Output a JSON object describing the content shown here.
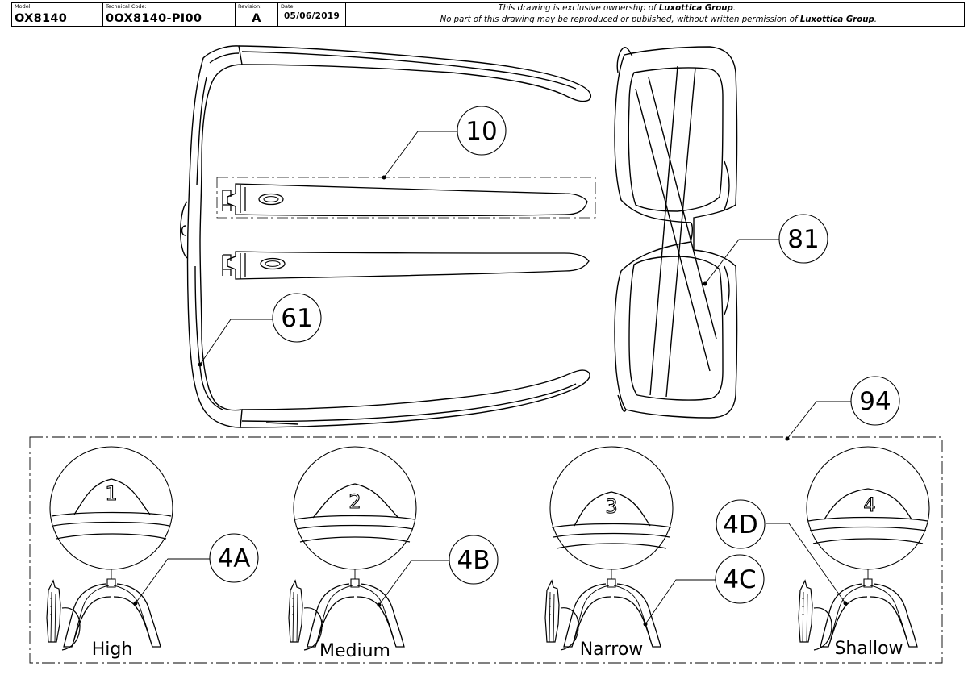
{
  "title_block": {
    "model_label": "Model:",
    "model_value": "OX8140",
    "technical_code_label": "Technical Code:",
    "technical_code_value": "0OX8140-PI00",
    "revision_label": "Revision:",
    "revision_value": "A",
    "date_label": "Date:",
    "date_value": "05/06/2019",
    "notice_line1_prefix": "This drawing is exclusive ownership of ",
    "notice_line1_owner": "Luxottica Group",
    "notice_line1_suffix": ".",
    "notice_line2_prefix": "No part of this drawing may be reproduced or published, without written permission of ",
    "notice_line2_owner": "Luxottica Group",
    "notice_line2_suffix": "."
  },
  "callouts": {
    "temples": "10",
    "frame_front": "61",
    "lenses": "81",
    "nosepad_kit": "94",
    "nosepad_high": "4A",
    "nosepad_medium": "4B",
    "nosepad_narrow": "4C",
    "nosepad_shallow": "4D"
  },
  "nosepads": [
    {
      "size_number": "1",
      "name": "High"
    },
    {
      "size_number": "2",
      "name": "Medium"
    },
    {
      "size_number": "3",
      "name": "Narrow"
    },
    {
      "size_number": "4",
      "name": "Shallow"
    }
  ],
  "colors": {
    "line": "#000000",
    "paper": "#ffffff"
  }
}
